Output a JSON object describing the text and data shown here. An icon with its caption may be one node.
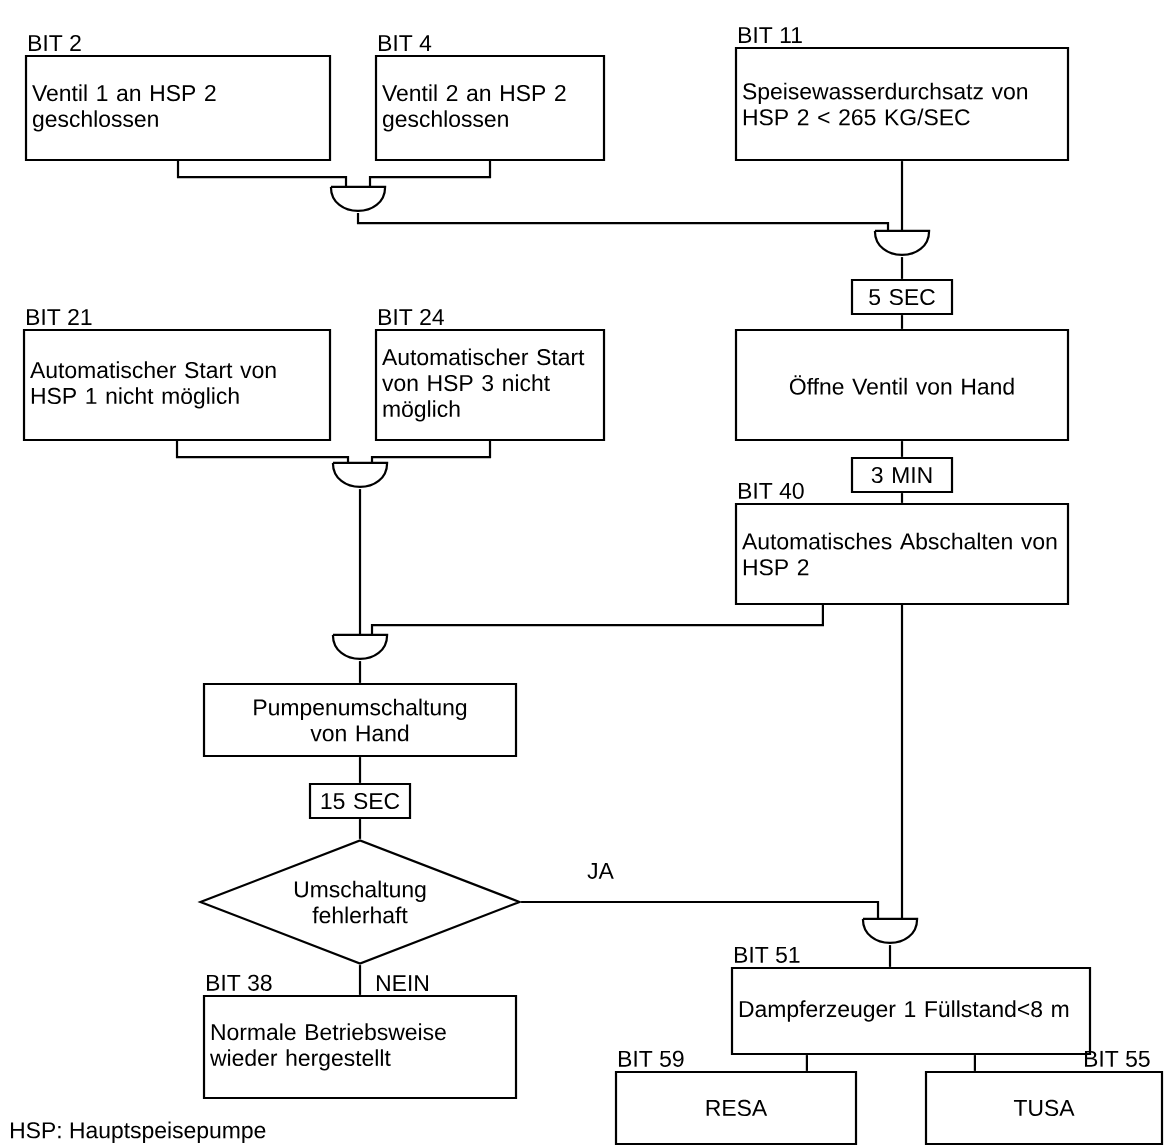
{
  "diagram": {
    "nodes": [
      {
        "text": [
          "BIT 2",
          "Ventil 1 an HSP 2 geschlossen"
        ]
      },
      {
        "text": [
          "BIT 4",
          "Ventil 2 an HSP 2 geschlossen"
        ]
      },
      {
        "text": [
          "BIT 11",
          "Speisewasserdurchsatz von HSP 2 < 265 KG/SEC"
        ]
      },
      {
        "text": [],
        "shape": "semicircle"
      },
      {
        "text": [],
        "shape": "semicircle"
      },
      {
        "text": [
          "5 SEC"
        ]
      },
      {
        "text": [
          "BIT 21",
          "Automatischer Start von HSP 1 nicht möglich"
        ]
      },
      {
        "text": [
          "BIT 24",
          "Automatischer Start von HSP 3 nicht möglich"
        ]
      },
      {
        "text": [
          "Öffne Ventil von Hand"
        ]
      },
      {
        "text": [],
        "shape": "semicircle"
      },
      {
        "text": [
          "3 MIN"
        ]
      },
      {
        "text": [
          "BIT 40",
          "Automatisches Abschalten von HSP 2"
        ]
      },
      {
        "text": [],
        "shape": "semicircle"
      },
      {
        "text": [
          "Pumpenumschaltung von Hand"
        ]
      },
      {
        "text": [
          "15 SEC"
        ]
      },
      {
        "text": [
          "Umschaltung fehlerhaft"
        ]
      },
      {
        "text": [
          "BIT 38",
          "Normale Betriebsweise wieder hergestellt"
        ]
      },
      {
        "text": [],
        "shape": "semicircle"
      },
      {
        "text": [
          "BIT 51",
          "Dampferzeuger 1 Füllstand<8 m"
        ]
      },
      {
        "text": [
          "BIT 59",
          "RESA"
        ]
      },
      {
        "text": [
          "BIT 55",
          "TUSA"
        ]
      }
    ],
    "edges": [
      {
        "from": 0,
        "to": 3,
        "arrow": "none"
      },
      {
        "from": 1,
        "to": 3,
        "arrow": "none"
      },
      {
        "from": 3,
        "to": 4,
        "arrow": "none"
      },
      {
        "from": 2,
        "to": 4,
        "arrow": "none"
      },
      {
        "from": 4,
        "to": 5,
        "arrow": "none"
      },
      {
        "from": 5,
        "to": 8,
        "arrow": "none"
      },
      {
        "from": 8,
        "to": 10,
        "arrow": "none"
      },
      {
        "from": 10,
        "to": 11,
        "arrow": "none"
      },
      {
        "from": 6,
        "to": 9,
        "arrow": "none"
      },
      {
        "from": 7,
        "to": 9,
        "arrow": "none"
      },
      {
        "from": 9,
        "to": 12,
        "arrow": "none"
      },
      {
        "from": 11,
        "to": 12,
        "arrow": "none"
      },
      {
        "from": 12,
        "to": 13,
        "arrow": "none"
      },
      {
        "from": 13,
        "to": 14,
        "arrow": "none"
      },
      {
        "from": 14,
        "to": 15,
        "arrow": "none"
      },
      {
        "from": 15,
        "to": 17,
        "label": "JA",
        "arrow": "none"
      },
      {
        "from": 15,
        "to": 16,
        "label": "NEIN",
        "arrow": "none"
      },
      {
        "from": 11,
        "to": 17,
        "arrow": "none"
      },
      {
        "from": 17,
        "to": 18,
        "arrow": "none"
      },
      {
        "from": 18,
        "to": 19,
        "arrow": "none"
      },
      {
        "from": 18,
        "to": 20,
        "arrow": "none"
      }
    ],
    "labels": [
      "HSP: Hauptspeisepumpe"
    ]
  }
}
